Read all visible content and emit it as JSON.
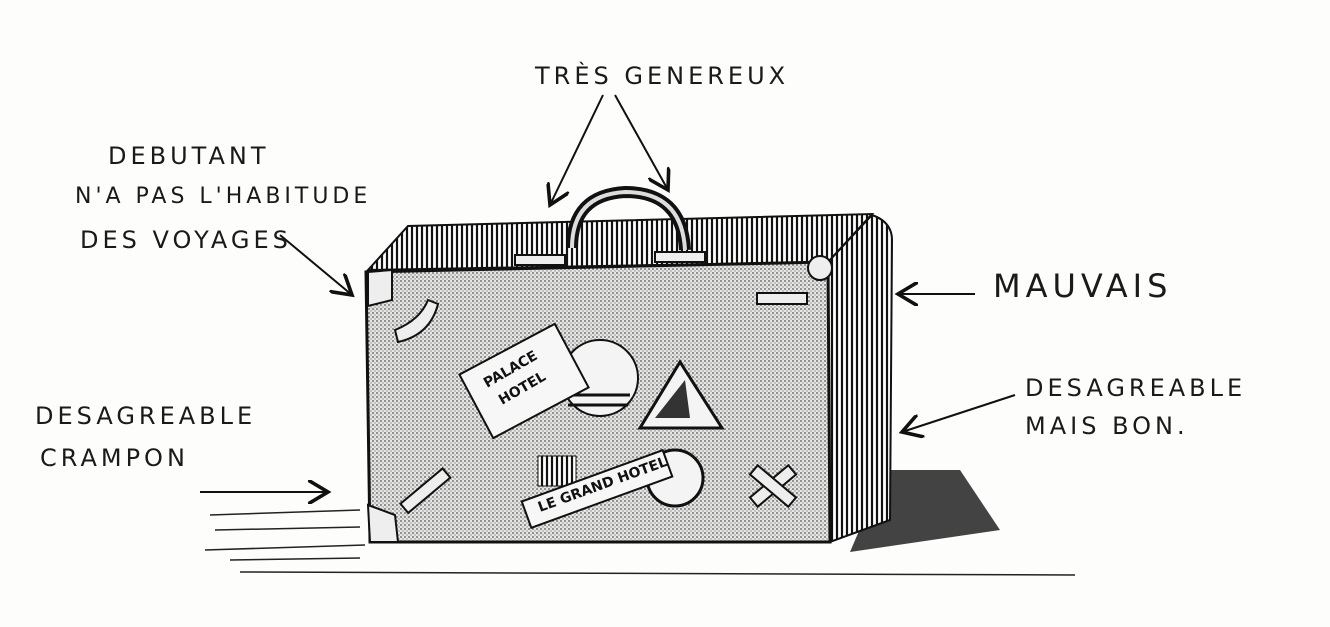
{
  "labels": {
    "top": "TRÈS GENEREUX",
    "left_top": [
      "DEBUTANT",
      "N'A PAS L'HABITUDE",
      "DES VOYAGES"
    ],
    "right_top": "MAUVAIS",
    "right_bottom": [
      "DESAGREABLE",
      "MAIS BON."
    ],
    "left_bottom": [
      "DESAGREABLE",
      "CRAMPON"
    ]
  },
  "stickers": {
    "palace": [
      "PALACE",
      "HOTEL"
    ],
    "grand": "LE GRAND HOTEL"
  }
}
